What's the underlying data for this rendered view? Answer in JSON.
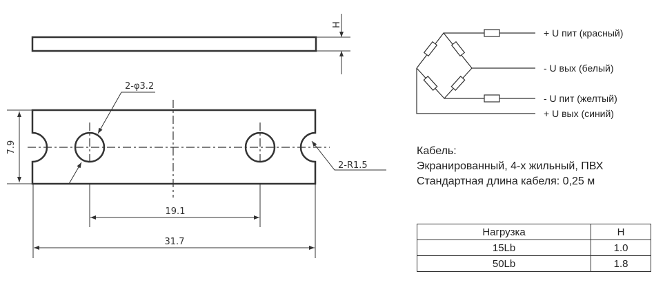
{
  "drawing": {
    "thickness_label": "H",
    "holes_label": "2-φ3.2",
    "notch_label": "2-R1.5",
    "height_dim": "7.9",
    "hole_spacing_dim": "19.1",
    "length_dim": "31.7"
  },
  "wiring": {
    "wires": [
      "+ U пит (красный)",
      "- U вых (белый)",
      "- U пит (желтый)",
      "+ U вых (синий)"
    ]
  },
  "cable": {
    "title": "Кабель:",
    "line1": "Экранированный, 4-х жильный, ПВХ",
    "line2": "Стандартная длина кабеля: 0,25 м"
  },
  "table": {
    "headers": [
      "Нагрузка",
      "H"
    ],
    "rows": [
      [
        "15Lb",
        "1.0"
      ],
      [
        "50Lb",
        "1.8"
      ]
    ]
  }
}
